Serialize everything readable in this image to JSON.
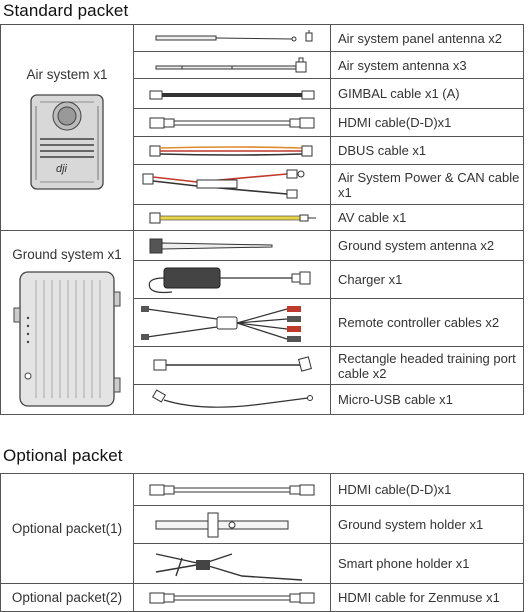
{
  "standard": {
    "title": "Standard packet",
    "groups": [
      {
        "label": "Air system x1",
        "items": [
          {
            "label": "Air system panel antenna x2",
            "icon": "panel-antenna-icon"
          },
          {
            "label": "Air system antenna x3",
            "icon": "antenna-icon"
          },
          {
            "label": "GIMBAL cable x1 (A)",
            "icon": "gimbal-cable-icon"
          },
          {
            "label": "HDMI cable(D-D)x1",
            "icon": "hdmi-cable-icon"
          },
          {
            "label": "DBUS cable x1",
            "icon": "dbus-cable-icon"
          },
          {
            "label": "Air System Power & CAN cable x1",
            "icon": "power-can-cable-icon"
          },
          {
            "label": "AV cable x1",
            "icon": "av-cable-icon"
          }
        ]
      },
      {
        "label": "Ground system x1",
        "items": [
          {
            "label": "Ground system antenna x2",
            "icon": "ground-antenna-icon"
          },
          {
            "label": "Charger x1",
            "icon": "charger-icon"
          },
          {
            "label": "Remote controller cables x2",
            "icon": "rc-cables-icon"
          },
          {
            "label": "Rectangle headed training port cable x2",
            "icon": "training-cable-icon"
          },
          {
            "label": "Micro-USB cable x1",
            "icon": "micro-usb-cable-icon"
          }
        ]
      }
    ]
  },
  "optional": {
    "title": "Optional packet",
    "groups": [
      {
        "label": "Optional packet(1)",
        "items": [
          {
            "label": "HDMI cable(D-D)x1",
            "icon": "hdmi-cable-icon"
          },
          {
            "label": "Ground system holder x1",
            "icon": "ground-holder-icon"
          },
          {
            "label": "Smart phone holder x1",
            "icon": "phone-holder-icon"
          }
        ]
      },
      {
        "label": "Optional packet(2)",
        "items": [
          {
            "label": "HDMI cable for Zenmuse x1",
            "icon": "hdmi-zenmuse-cable-icon"
          }
        ]
      }
    ]
  },
  "device": {
    "logo": "dji"
  },
  "colors": {
    "border": "#555555",
    "text": "#333333",
    "cable_yellow": "#e8d44a",
    "cable_red": "#c0392b",
    "cable_orange": "#e08a2c"
  }
}
